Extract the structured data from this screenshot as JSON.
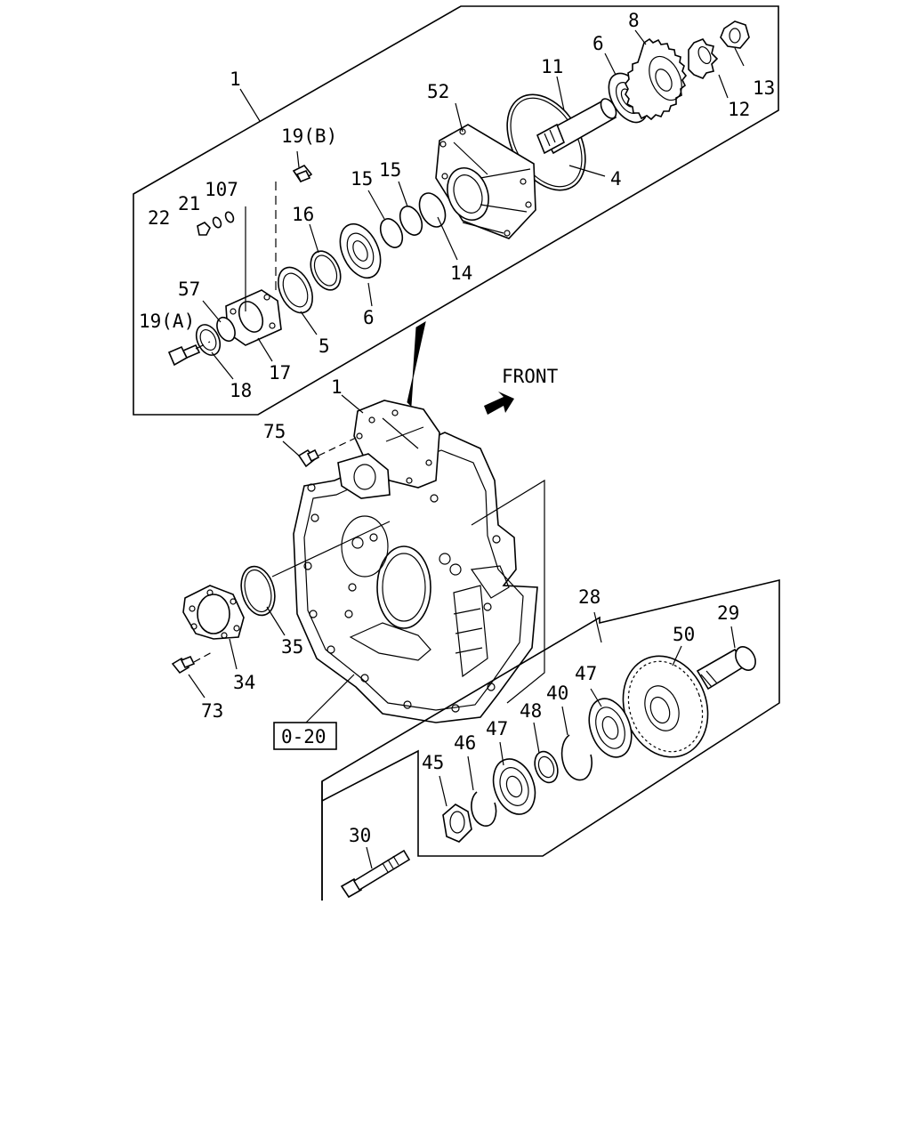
{
  "direction_label": "FRONT",
  "reference_box": "0-20",
  "labels": {
    "assy_top": "1",
    "cover_52": "52",
    "shaft_11": "11",
    "bearing_6_top": "6",
    "gear_8": "8",
    "nut_13": "13",
    "washer_12": "12",
    "oring_4": "4",
    "bolt_19b": "19(B)",
    "ring_15a": "15",
    "ring_15b": "15",
    "ring_14": "14",
    "washer_107": "107",
    "washer_21": "21",
    "nut_22": "22",
    "seal_16": "16",
    "bearing_6_low": "6",
    "plate_57": "57",
    "bolt_19a": "19(A)",
    "seal_18": "18",
    "housing_17": "17",
    "seal_5": "5",
    "case_1": "1",
    "bolt_75": "75",
    "oring_35": "35",
    "cover_34": "34",
    "bolt_73": "73",
    "assy_28": "28",
    "shaft_29": "29",
    "gear_50": "50",
    "bearing_47a": "47",
    "snap_40": "40",
    "spacer_48": "48",
    "bearing_47b": "47",
    "ring_46": "46",
    "nut_45": "45",
    "bolt_30": "30"
  }
}
